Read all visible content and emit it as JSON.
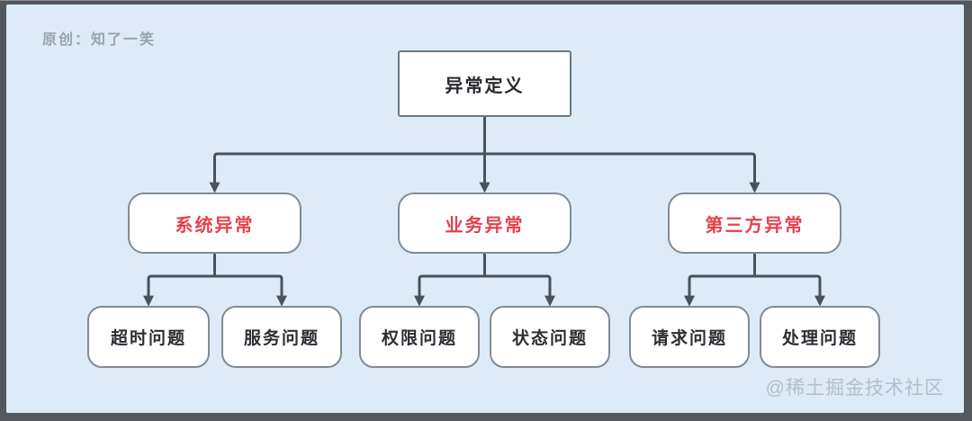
{
  "watermarks": {
    "author_credit": "原创：知了一笑",
    "community": "@稀土掘金技术社区"
  },
  "colors": {
    "frame": "#54585d",
    "canvas_background": "#dcebf7",
    "node_fill": "#ffffff",
    "node_border": "#828a94",
    "connector": "#49525c",
    "root_text": "#26292d",
    "category_text": "#e5414c",
    "leaf_text": "#2b2f34",
    "watermark_text": "#9aa3ab"
  },
  "diagram": {
    "type": "tree-flowchart",
    "root": {
      "label": "异常定义"
    },
    "categories": [
      {
        "label": "系统异常"
      },
      {
        "label": "业务异常"
      },
      {
        "label": "第三方异常"
      }
    ],
    "leaves": [
      {
        "label": "超时问题",
        "parent": "系统异常"
      },
      {
        "label": "服务问题",
        "parent": "系统异常"
      },
      {
        "label": "权限问题",
        "parent": "业务异常"
      },
      {
        "label": "状态问题",
        "parent": "业务异常"
      },
      {
        "label": "请求问题",
        "parent": "第三方异常"
      },
      {
        "label": "处理问题",
        "parent": "第三方异常"
      }
    ]
  }
}
